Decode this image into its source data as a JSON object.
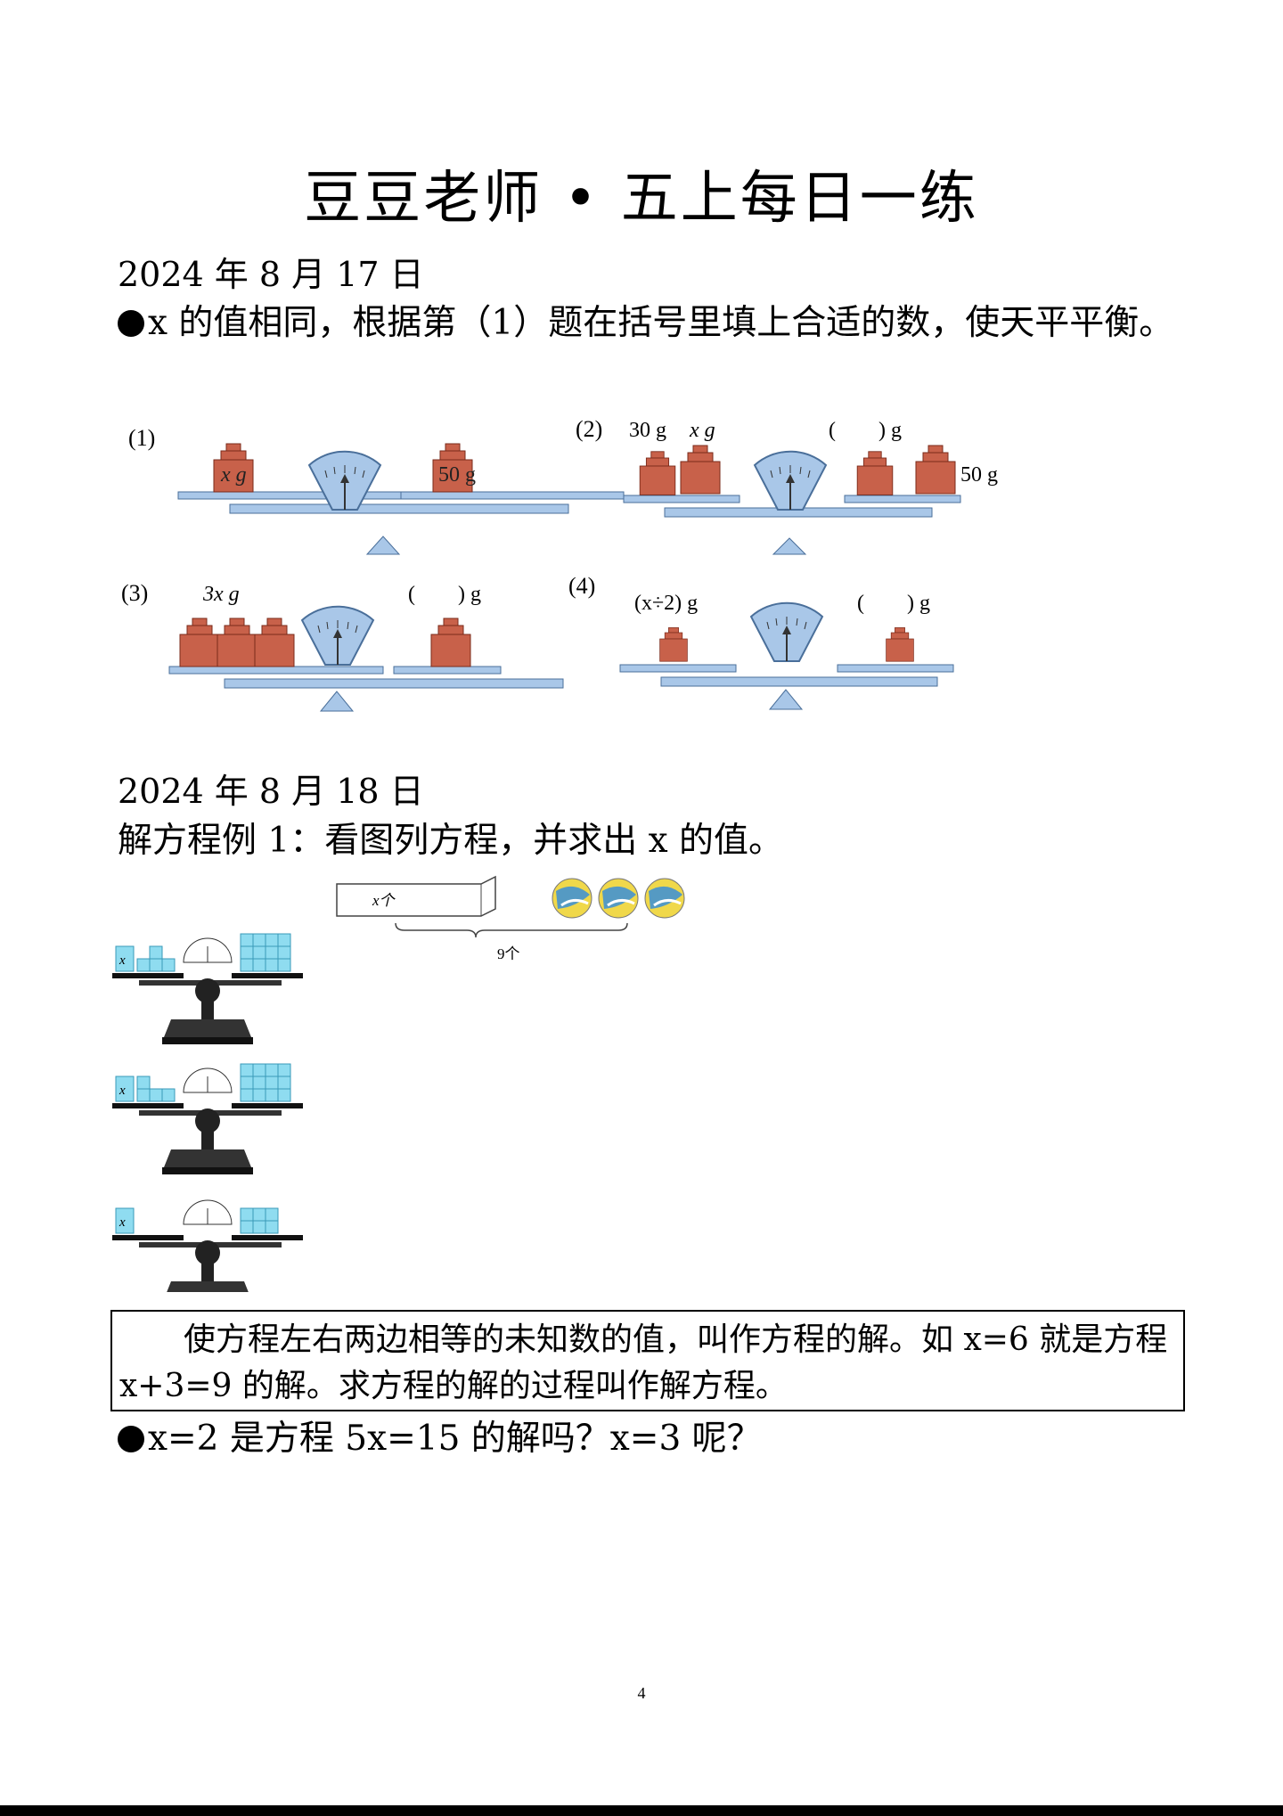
{
  "title": "豆豆老师 • 五上每日一练",
  "day1": {
    "date": "2024 年 8 月 17 日",
    "question": "x 的值相同，根据第（1）题在括号里填上合适的数，使天平平衡。",
    "scales": [
      {
        "num": "(1)",
        "left_label": "x g",
        "right_label": "50 g"
      },
      {
        "num": "(2)",
        "left_label_a": "30 g",
        "left_label_b": "x g",
        "right_label_a": "(　　) g",
        "right_label_b": "50 g"
      },
      {
        "num": "(3)",
        "left_label": "3x g",
        "right_label": "(　　) g"
      },
      {
        "num": "(4)",
        "left_label": "(x÷2) g",
        "right_label": "(　　) g"
      }
    ]
  },
  "day2": {
    "date": "2024 年 8 月 18 日",
    "example": "解方程例 1：看图列方程，并求出 x 的值。",
    "box_label": "x个",
    "brace_label": "9个",
    "balance_x": "x",
    "definition": "使方程左右两边相等的未知数的值，叫作方程的解。如 x=6 就是方程 x+3=9 的解。求方程的解的过程叫作解方程。",
    "question": "x=2 是方程 5x=15 的解吗？x=3 呢？"
  },
  "page_number": "4",
  "colors": {
    "weight": "#c8614a",
    "weight_dark": "#7a2a1a",
    "balance": "#a9c7e8",
    "balance_dark": "#4a6f9a",
    "cube": "#8fdcf0",
    "ball_yellow": "#f0d84a",
    "ball_blue": "#3a8fd8"
  }
}
